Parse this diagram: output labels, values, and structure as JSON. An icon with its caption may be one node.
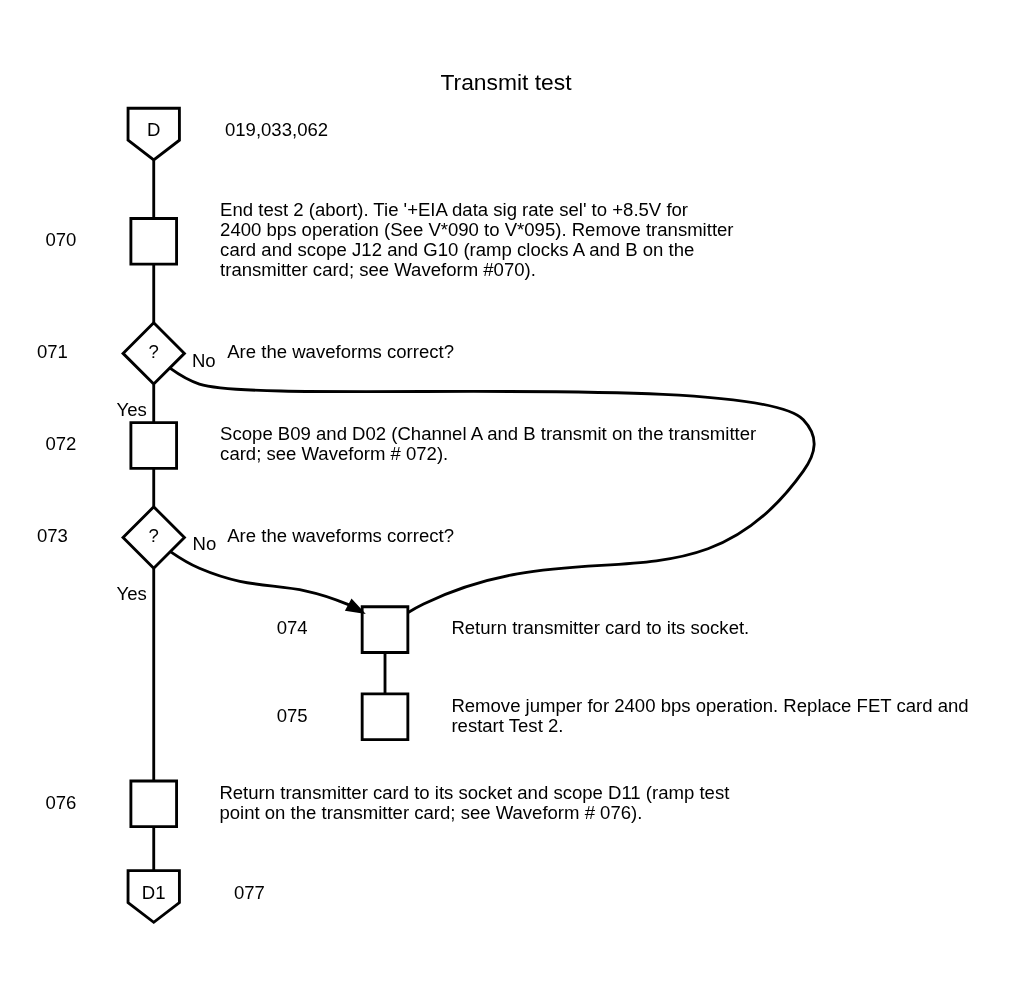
{
  "diagram": {
    "title": "Transmit test",
    "nodes": [
      {
        "text": [
          "D"
        ],
        "beside": [
          "019,033,062"
        ]
      },
      {
        "text": [],
        "shape": "box",
        "beside": [
          "070",
          "End test 2 (abort). Tie '+EIA data sig rate sel' to +8.5V for 2400 bps operation (See V*090 to V*095). Remove transmitter card and scope J12 and G10 (ramp clocks A and B on the transmitter card; see Waveform #070)."
        ]
      },
      {
        "text": [
          "?"
        ],
        "beside": [
          "071",
          "Are the waveforms correct?"
        ]
      },
      {
        "text": [],
        "shape": "box",
        "beside": [
          "072",
          "Scope B09 and D02 (Channel A and B transmit on the transmitter card; see Waveform # 072)."
        ]
      },
      {
        "text": [
          "?"
        ],
        "beside": [
          "073",
          "Are the waveforms correct?"
        ]
      },
      {
        "text": [],
        "shape": "box",
        "beside": [
          "074",
          "Return transmitter card to its socket."
        ]
      },
      {
        "text": [],
        "shape": "box",
        "beside": [
          "075",
          "Remove jumper for 2400 bps operation. Replace FET card and restart Test 2."
        ]
      },
      {
        "text": [],
        "shape": "box",
        "beside": [
          "076",
          "Return transmitter card to its socket and scope D11 (ramp test point on the transmitter card; see Waveform # 076)."
        ]
      },
      {
        "text": [
          "D1"
        ],
        "beside": [
          "077"
        ]
      }
    ],
    "edges": [
      {
        "from": 0,
        "to": 1,
        "arrow": "none"
      },
      {
        "from": 1,
        "to": 2,
        "arrow": "none"
      },
      {
        "from": 2,
        "to": 3,
        "arrow": "none",
        "label": "Yes"
      },
      {
        "from": 2,
        "to": 5,
        "arrow": "none",
        "label": "No"
      },
      {
        "from": 3,
        "to": 4,
        "arrow": "none"
      },
      {
        "from": 4,
        "to": 5,
        "arrow": "to",
        "label": "No"
      },
      {
        "from": 4,
        "to": 7,
        "arrow": "none",
        "label": "Yes"
      },
      {
        "from": 5,
        "to": 6,
        "arrow": "none"
      },
      {
        "from": 7,
        "to": 8,
        "arrow": "none"
      }
    ]
  }
}
